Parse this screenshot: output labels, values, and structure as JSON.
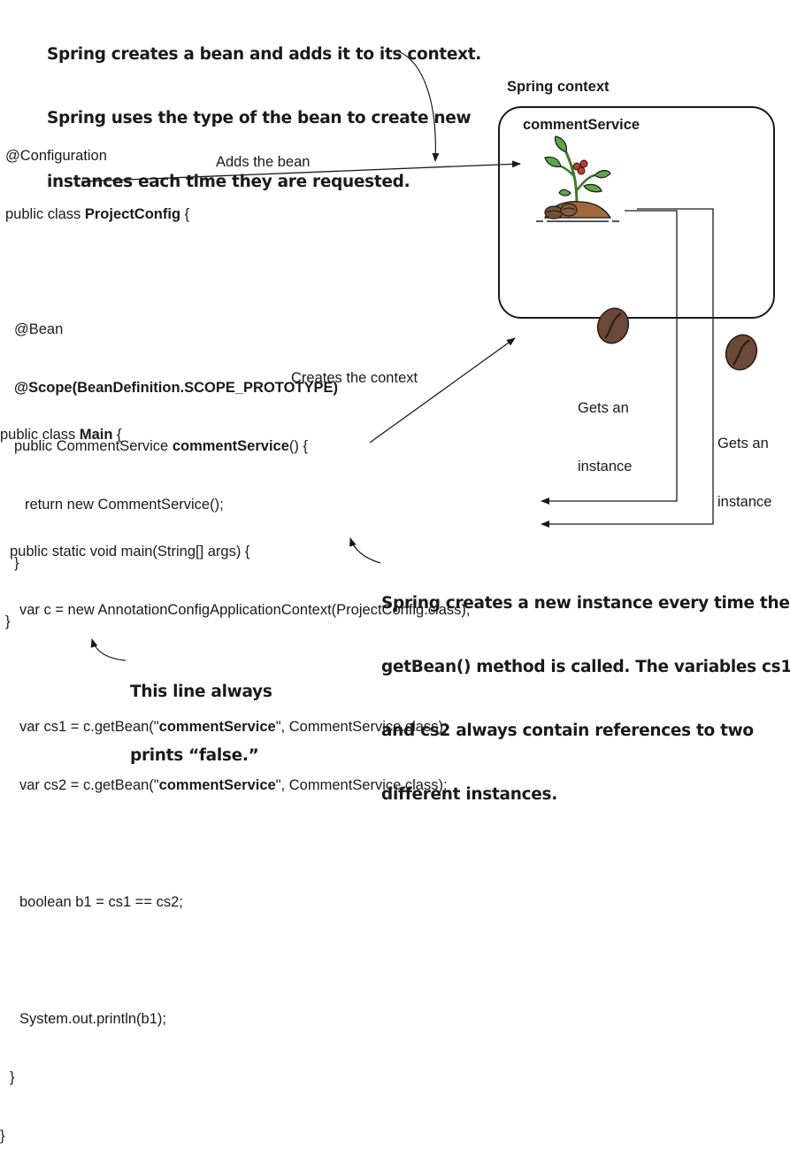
{
  "top_annotation": {
    "lines": [
      "Spring creates a bean and adds it to its context.",
      "Spring uses the type of the bean to create new",
      "instances each time they are requested."
    ]
  },
  "context": {
    "title": "Spring context",
    "bean_name": "commentService",
    "icon": "coffee-plant-icon"
  },
  "config_code": {
    "line1": "@Configuration",
    "line2_pre": "public class ",
    "line2_bold": "ProjectConfig",
    "line2_post": " {",
    "line3": "@Bean",
    "line4_bold": "@Scope(BeanDefinition.SCOPE_PROTOTYPE)",
    "line5_pre": "public CommentService ",
    "line5_bold": "commentService",
    "line5_post": "() {",
    "line6": "return new CommentService();",
    "line7": "}",
    "line8": "}"
  },
  "main_code": {
    "line1_pre": "public class ",
    "line1_bold": "Main",
    "line1_post": " {",
    "line2": "public static void main(String[] args) {",
    "line3": "var c = new AnnotationConfigApplicationContext(ProjectConfig.class);",
    "line4_pre": "var cs1 = c.getBean(\"",
    "line4_bold": "commentService",
    "line4_post": "\", CommentService.class);",
    "line5_pre": "var cs2 = c.getBean(\"",
    "line5_bold": "commentService",
    "line5_post": "\", CommentService.class);",
    "line6": "boolean b1 = cs1 == cs2;",
    "line7": "System.out.println(b1);",
    "line8": "}",
    "line9": "}"
  },
  "arrow_labels": {
    "adds_bean": "Adds the bean",
    "creates_context": "Creates the context",
    "gets_instance_1": [
      "Gets an",
      "instance"
    ],
    "gets_instance_2": [
      "Gets an",
      "instance"
    ]
  },
  "bottom_annotation": {
    "lines": [
      "Spring creates a new instance every time the",
      "getBean() method is called. The variables cs1",
      "and cs2 always contain references to two",
      "different instances."
    ]
  },
  "false_annotation": {
    "lines": [
      "This line always",
      "prints “false.”"
    ]
  },
  "colors": {
    "text": "#1a1a1a",
    "bean_brown": "#6b4a3a",
    "bean_dark": "#3a2418",
    "leaf_green": "#4e9a3a",
    "berry_red": "#c0392b",
    "soil": "#a0693c"
  }
}
